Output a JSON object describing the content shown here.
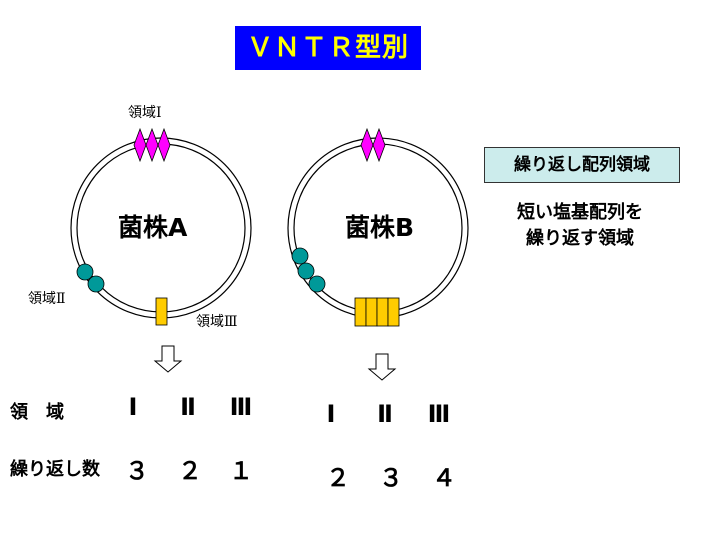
{
  "title": "ＶＮＴＲ型別",
  "legend": {
    "box_label": "繰り返し配列領域",
    "description_line1": "短い塩基配列を",
    "description_line2": "繰り返す領域"
  },
  "strain_a": {
    "name": "菌株A",
    "region_labels": [
      "領域Ⅰ",
      "領域Ⅱ",
      "領域Ⅲ"
    ]
  },
  "strain_b": {
    "name": "菌株B"
  },
  "table": {
    "row1_label": "領　域",
    "row2_label": "繰り返し数",
    "a_regions": [
      "Ⅰ",
      "Ⅱ",
      "Ⅲ"
    ],
    "a_counts": [
      "３",
      "２",
      "１"
    ],
    "b_regions": [
      "Ⅰ",
      "Ⅱ",
      "Ⅲ"
    ],
    "b_counts": [
      "２",
      "３",
      "４"
    ]
  },
  "colors": {
    "title_bg": "#0000ff",
    "title_text": "#ffff00",
    "region1_marker": "#ff00ff",
    "region2_marker": "#009999",
    "region3_marker": "#ffcc00",
    "legend_bg": "#ccecec"
  }
}
